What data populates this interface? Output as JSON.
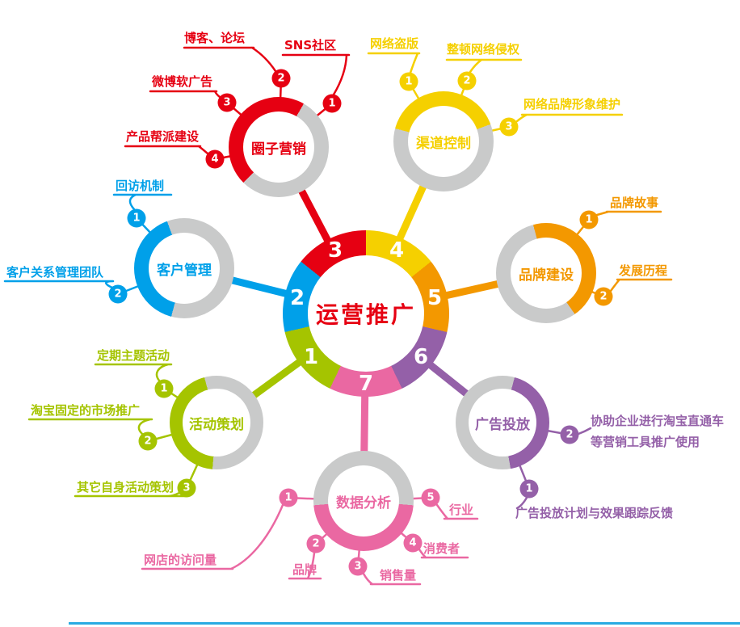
{
  "palette": {
    "red": "#e60012",
    "yellow": "#f5d000",
    "orange": "#f39800",
    "purple": "#9460a8",
    "pink": "#ea68a2",
    "green": "#a5c400",
    "blue": "#00a0e9",
    "ring_gray": "#c9caca",
    "footer_line": "#29abe2"
  },
  "center": {
    "title": "运营推广",
    "segments": [
      "1",
      "2",
      "3",
      "4",
      "5",
      "6",
      "7"
    ]
  },
  "satellites": [
    {
      "id": "circle-marketing",
      "segment": "3",
      "label": "圈子营销",
      "color": "#e60012",
      "items": [
        {
          "num": "1",
          "text": "SNS社区"
        },
        {
          "num": "2",
          "text": "博客、论坛"
        },
        {
          "num": "3",
          "text": "微博软广告"
        },
        {
          "num": "4",
          "text": "产品帮派建设"
        }
      ]
    },
    {
      "id": "channel-control",
      "segment": "4",
      "label": "渠道控制",
      "color": "#f5d000",
      "items": [
        {
          "num": "1",
          "text": "网络盗版"
        },
        {
          "num": "2",
          "text": "整顿网络侵权"
        },
        {
          "num": "3",
          "text": "网络品牌形象维护"
        }
      ]
    },
    {
      "id": "brand-building",
      "segment": "5",
      "label": "品牌建设",
      "color": "#f39800",
      "items": [
        {
          "num": "1",
          "text": "品牌故事"
        },
        {
          "num": "2",
          "text": "发展历程"
        }
      ]
    },
    {
      "id": "ad-placement",
      "segment": "6",
      "label": "广告投放",
      "color": "#9460a8",
      "items": [
        {
          "num": "1",
          "text": "广告投放计划与效果跟踪反馈"
        },
        {
          "num": "2",
          "text": "协助企业进行淘宝直通车",
          "text2": "等营销工具推广使用"
        }
      ]
    },
    {
      "id": "data-analysis",
      "segment": "7",
      "label": "数据分析",
      "color": "#ea68a2",
      "items": [
        {
          "num": "1",
          "text": "网店的访问量"
        },
        {
          "num": "2",
          "text": "品牌"
        },
        {
          "num": "3",
          "text": "销售量"
        },
        {
          "num": "4",
          "text": "消费者"
        },
        {
          "num": "5",
          "text": "行业"
        }
      ]
    },
    {
      "id": "event-planning",
      "segment": "1",
      "label": "活动策划",
      "color": "#a5c400",
      "items": [
        {
          "num": "1",
          "text": "定期主题活动"
        },
        {
          "num": "2",
          "text": "淘宝固定的市场推广"
        },
        {
          "num": "3",
          "text": "其它自身活动策划"
        }
      ]
    },
    {
      "id": "customer-management",
      "segment": "2",
      "label": "客户管理",
      "color": "#00a0e9",
      "items": [
        {
          "num": "1",
          "text": "回访机制"
        },
        {
          "num": "2",
          "text": "客户关系管理团队"
        }
      ]
    }
  ]
}
